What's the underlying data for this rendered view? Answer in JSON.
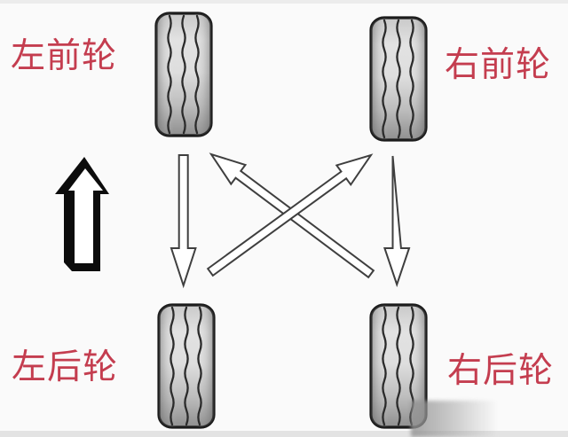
{
  "labels": {
    "front_left": "左前轮",
    "front_right": "右前轮",
    "rear_left": "左后轮",
    "rear_right": "右后轮"
  },
  "colors": {
    "background": "#fafafa",
    "label_red": "#c43d4f",
    "tire_outline": "#1b1b1b",
    "direction_arrow_black": "#0c0c0c",
    "rotation_arrow_outline": "#3f3f3f",
    "rotation_arrow_fill": "#ffffff"
  },
  "icons": {
    "direction_arrow": "up-block-arrow-icon",
    "front_left_to_rear_left": "down-arrow-icon",
    "front_right_to_rear_right": "down-arrow-icon",
    "rear_right_to_front_left": "diagonal-up-left-arrow-icon",
    "rear_left_to_front_right": "diagonal-up-right-arrow-icon"
  }
}
